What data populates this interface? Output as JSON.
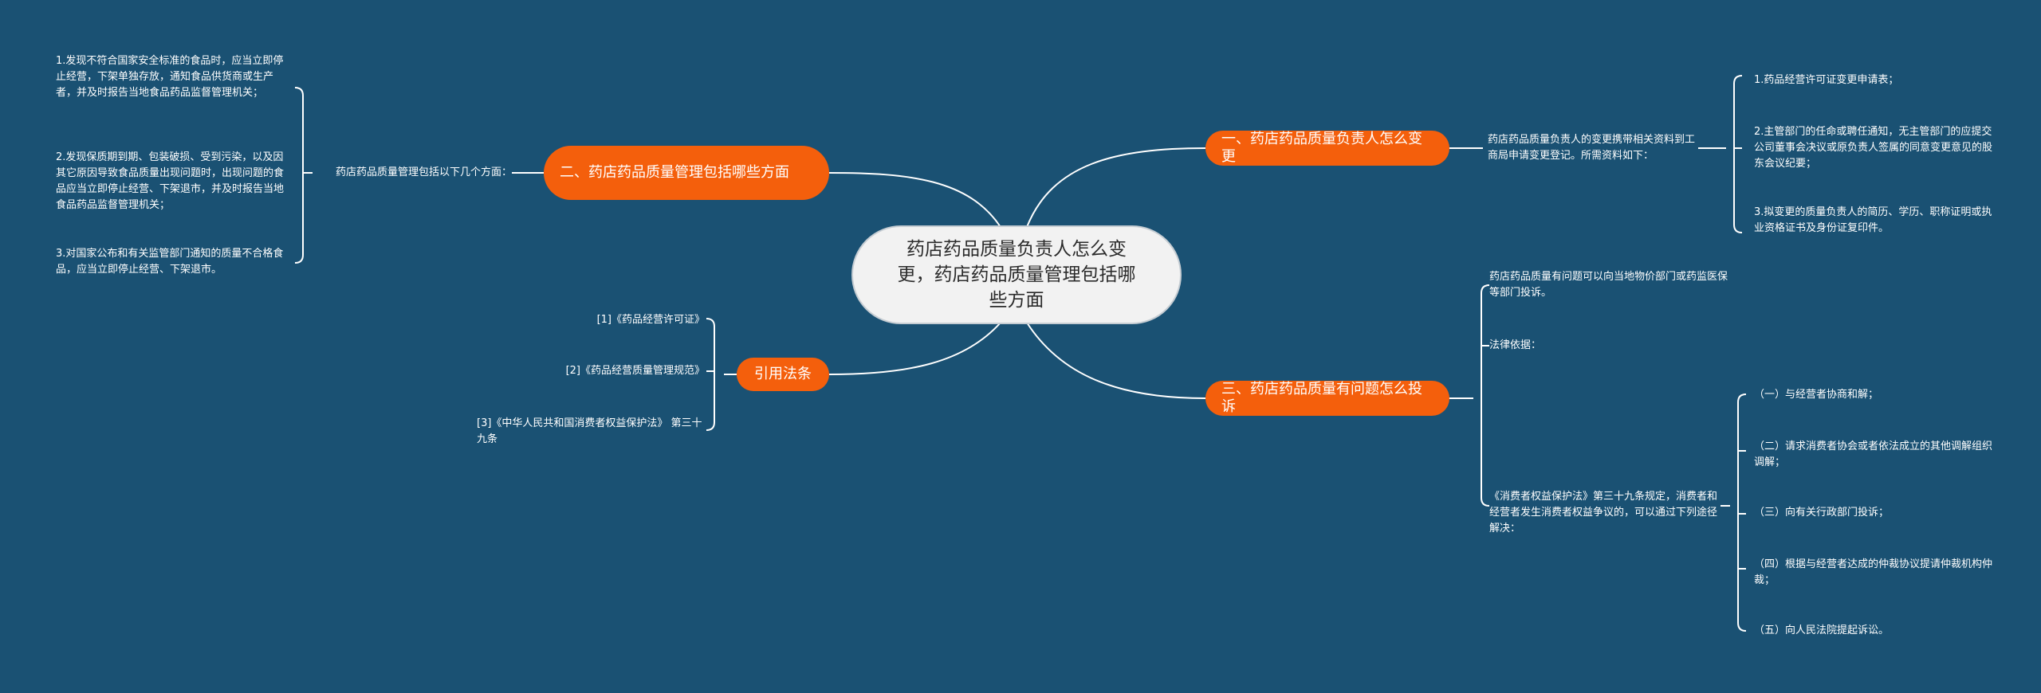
{
  "central": "药店药品质量负责人怎么变更，药店药品质量管理包括哪些方面",
  "t1": {
    "label": "一、药店药品质量负责人怎么变更",
    "desc": "药店药品质量负责人的变更携带相关资料到工商局申请变更登记。所需资料如下：",
    "items": [
      "1.药品经营许可证变更申请表；",
      "2.主管部门的任命或聘任通知，无主管部门的应提交公司董事会决议或原负责人签属的同意变更意见的股东会议纪要；",
      "3.拟变更的质量负责人的简历、学历、职称证明或执业资格证书及身份证复印件。"
    ]
  },
  "t2": {
    "label": "二、药店药品质量管理包括哪些方面",
    "desc": "药店药品质量管理包括以下几个方面：",
    "items": [
      "1.发现不符合国家安全标准的食品时，应当立即停止经营，下架单独存放，通知食品供货商或生产者，并及时报告当地食品药品监督管理机关；",
      "2.发现保质期到期、包装破损、受到污染，以及因其它原因导致食品质量出现问题时，出现问题的食品应当立即停止经营、下架退市，并及时报告当地食品药品监督管理机关；",
      "3.对国家公布和有关监管部门通知的质量不合格食品，应当立即停止经营、下架退市。"
    ]
  },
  "t3": {
    "label": "三、药店药品质量有问题怎么投诉",
    "item1": "药店药品质量有问题可以向当地物价部门或药监医保等部门投诉。",
    "item2": "法律依据：",
    "item3": "《消费者权益保护法》第三十九条规定，消费者和经营者发生消费者权益争议的，可以通过下列途径解决：",
    "subitems": [
      "（一）与经营者协商和解；",
      "（二）请求消费者协会或者依法成立的其他调解组织调解；",
      "（三）向有关行政部门投诉；",
      "（四）根据与经营者达成的仲裁协议提请仲裁机构仲裁；",
      "（五）向人民法院提起诉讼。"
    ]
  },
  "t4": {
    "label": "引用法条",
    "items": [
      "[1]《药品经营许可证》",
      "[2]《药品经营质量管理规范》",
      "[3]《中华人民共和国消费者权益保护法》 第三十九条"
    ]
  },
  "colors": {
    "background": "#1a5173",
    "topic": "#f45f0c",
    "central_fill": "#f2f2f2",
    "line": "#ffffff"
  }
}
